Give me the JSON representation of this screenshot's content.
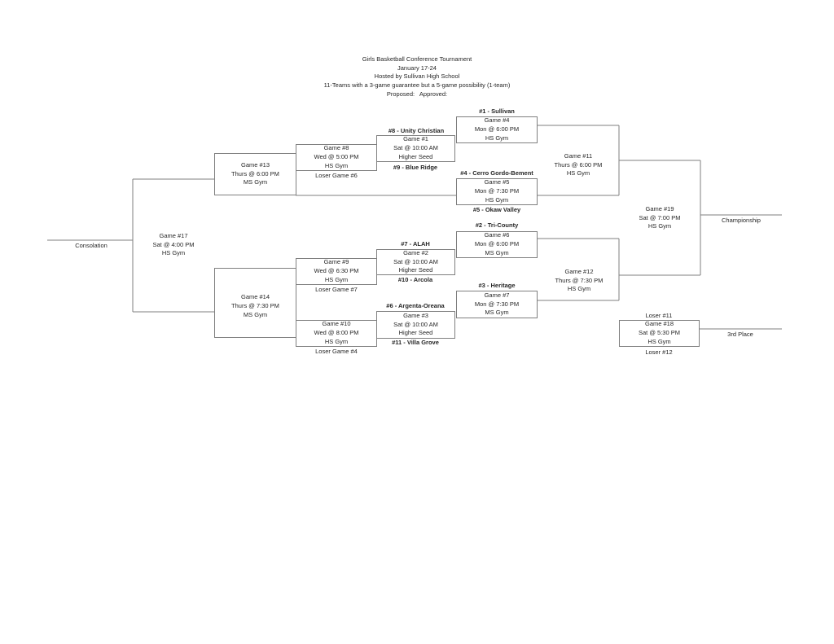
{
  "title_block": {
    "line1": "Girls Basketball Conference Tournament",
    "line2": "January 17-24",
    "line3": "Hosted by Sullivan High School",
    "line4": "11-Teams with a 3-game guarantee but a 5-game possibility (1-team)",
    "line5": "Proposed:   Approved:"
  },
  "games": {
    "g1": {
      "title": "Game #1",
      "time": "Sat @ 10:00 AM",
      "venue": "Higher Seed",
      "top_label": "#8 - Unity Christian",
      "bottom_label": "#9 - Blue Ridge"
    },
    "g2": {
      "title": "Game #2",
      "time": "Sat @ 10:00 AM",
      "venue": "Higher Seed",
      "top_label": "#7 - ALAH",
      "bottom_label": "#10 - Arcola"
    },
    "g3": {
      "title": "Game #3",
      "time": "Sat @ 10:00 AM",
      "venue": "Higher Seed",
      "top_label": "#6 - Argenta-Oreana",
      "bottom_label": "#11 - Villa Grove"
    },
    "g4": {
      "title": "Game #4",
      "time": "Mon @ 6:00 PM",
      "venue": "HS Gym",
      "top_label": "#1 - Sullivan"
    },
    "g5": {
      "title": "Game #5",
      "time": "Mon @ 7:30 PM",
      "venue": "HS Gym",
      "top_label": "#4 - Cerro Gordo-Bement",
      "bottom_label": "#5 - Okaw Valley"
    },
    "g6": {
      "title": "Game #6",
      "time": "Mon @ 6:00 PM",
      "venue": "MS Gym",
      "top_label": "#2 - Tri-County"
    },
    "g7": {
      "title": "Game #7",
      "time": "Mon @ 7:30 PM",
      "venue": "MS Gym",
      "top_label": "#3 - Heritage"
    },
    "g8": {
      "title": "Game #8",
      "time": "Wed @ 5:00 PM",
      "venue": "HS Gym",
      "bottom_label": "Loser Game #6"
    },
    "g9": {
      "title": "Game #9",
      "time": "Wed @ 6:30 PM",
      "venue": "HS Gym",
      "bottom_label": "Loser Game #7"
    },
    "g10": {
      "title": "Game #10",
      "time": "Wed @ 8:00 PM",
      "venue": "HS Gym",
      "bottom_label": "Loser Game #4"
    },
    "g11": {
      "title": "Game #11",
      "time": "Thurs @ 6:00 PM",
      "venue": "HS Gym"
    },
    "g12": {
      "title": "Game #12",
      "time": "Thurs @ 7:30 PM",
      "venue": "HS Gym"
    },
    "g13": {
      "title": "Game #13",
      "time": "Thurs @ 6:00 PM",
      "venue": "MS Gym"
    },
    "g14": {
      "title": "Game #14",
      "time": "Thurs @ 7:30 PM",
      "venue": "MS Gym"
    },
    "g17": {
      "title": "Game #17",
      "time": "Sat @ 4:00 PM",
      "venue": "HS Gym"
    },
    "g18": {
      "title": "Game #18",
      "time": "Sat @ 5:30 PM",
      "venue": "HS Gym",
      "top_label": "Loser #11",
      "bottom_label": "Loser #12"
    },
    "g19": {
      "title": "Game #19",
      "time": "Sat @ 7:00 PM",
      "venue": "HS Gym"
    }
  },
  "finals": {
    "championship": "Championship",
    "third_place": "3rd Place",
    "consolation": "Consolation"
  },
  "colors": {
    "line": "#7f7f7f",
    "text": "#262626",
    "background": "#ffffff"
  }
}
